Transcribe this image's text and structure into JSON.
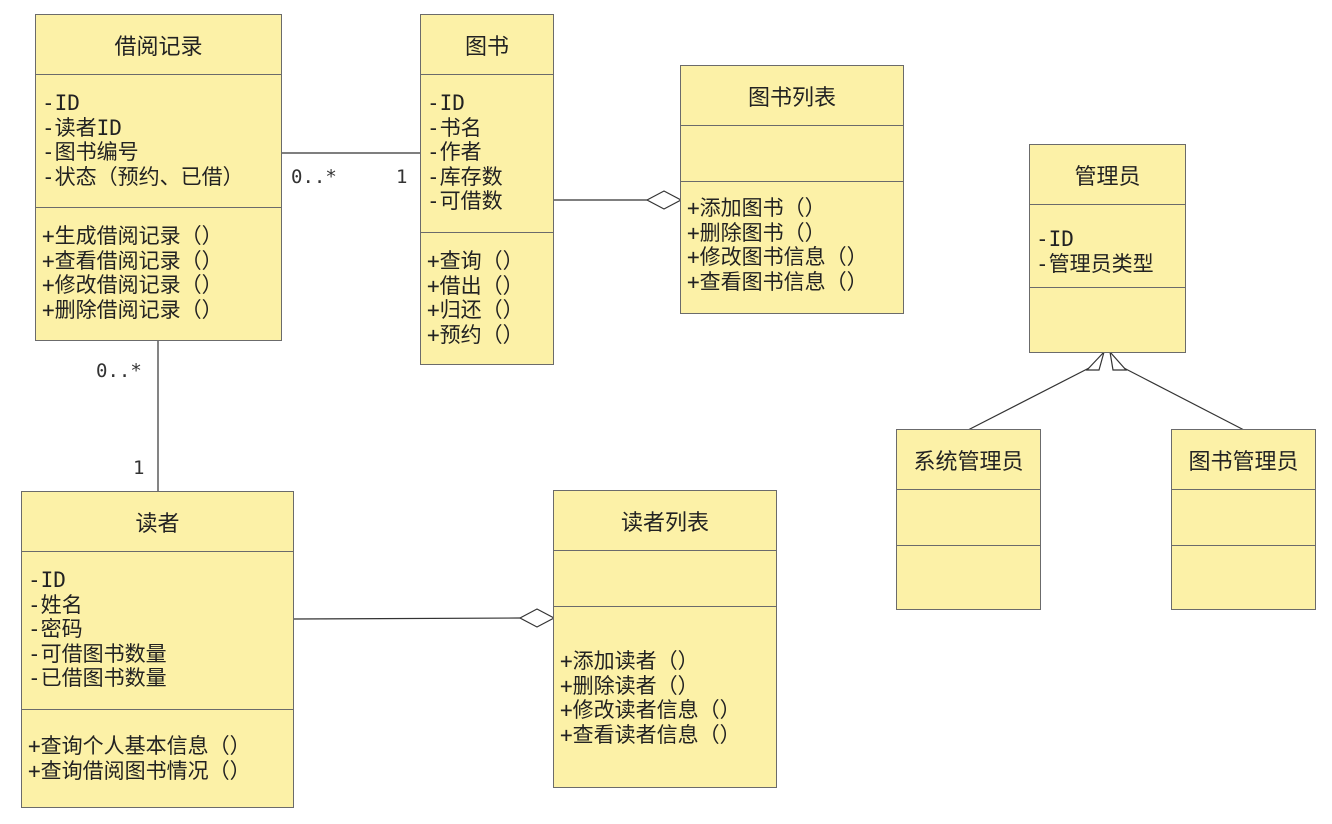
{
  "colors": {
    "class_fill": "#fcf1a7",
    "border": "#6b6b6b",
    "line": "#333333"
  },
  "classes": {
    "borrow_record": {
      "name": "借阅记录",
      "attributes": [
        "-ID",
        "-读者ID",
        "-图书编号",
        "-状态（预约、已借）"
      ],
      "operations": [
        "+生成借阅记录（）",
        "+查看借阅记录（）",
        "+修改借阅记录（）",
        "+删除借阅记录（）"
      ]
    },
    "book": {
      "name": "图书",
      "attributes": [
        "-ID",
        "-书名",
        "-作者",
        "-库存数",
        "-可借数"
      ],
      "operations": [
        "+查询（）",
        "+借出（）",
        "+归还（）",
        "+预约（）"
      ]
    },
    "book_list": {
      "name": "图书列表",
      "attributes": [],
      "operations": [
        "+添加图书（）",
        "+删除图书（）",
        "+修改图书信息（）",
        "+查看图书信息（）"
      ]
    },
    "admin": {
      "name": "管理员",
      "attributes": [
        "-ID",
        "-管理员类型"
      ],
      "operations": []
    },
    "sys_admin": {
      "name": "系统管理员",
      "attributes": [],
      "operations": []
    },
    "lib_admin": {
      "name": "图书管理员",
      "attributes": [],
      "operations": []
    },
    "reader": {
      "name": "读者",
      "attributes": [
        "-ID",
        "-姓名",
        "-密码",
        "-可借图书数量",
        "-已借图书数量"
      ],
      "operations": [
        "+查询个人基本信息（）",
        "+查询借阅图书情况（）"
      ]
    },
    "reader_list": {
      "name": "读者列表",
      "attributes": [],
      "operations": [
        "+添加读者（）",
        "+删除读者（）",
        "+修改读者信息（）",
        "+查看读者信息（）"
      ]
    }
  },
  "multiplicities": {
    "record_book_record_end": "0..*",
    "record_book_book_end": "1",
    "record_reader_record_end": "0..*",
    "record_reader_reader_end": "1"
  }
}
